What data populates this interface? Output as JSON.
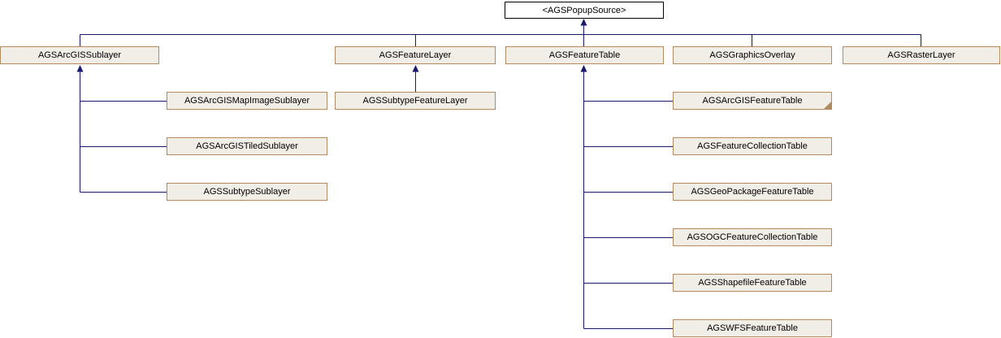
{
  "colors": {
    "edge": "#191970",
    "node_border": "#b08c62",
    "node_fill": "#f1eee7",
    "root_border": "#000000",
    "root_fill": "#ffffff"
  },
  "diagram": {
    "type": "class-inheritance-graph",
    "nodes": {
      "popup_source": "<AGSPopupSource>",
      "arcgis_sublayer": "AGSArcGISSublayer",
      "feature_layer": "AGSFeatureLayer",
      "feature_table": "AGSFeatureTable",
      "graphics_overlay": "AGSGraphicsOverlay",
      "raster_layer": "AGSRasterLayer",
      "map_image_sublayer": "AGSArcGISMapImageSublayer",
      "subtype_feature_layer": "AGSSubtypeFeatureLayer",
      "arcgis_feature_table": "AGSArcGISFeatureTable",
      "tiled_sublayer": "AGSArcGISTiledSublayer",
      "feature_collection_table": "AGSFeatureCollectionTable",
      "subtype_sublayer": "AGSSubtypeSublayer",
      "geopackage_feature_table": "AGSGeoPackageFeatureTable",
      "ogc_feature_collection_table": "AGSOGCFeatureCollectionTable",
      "shapefile_feature_table": "AGSShapefileFeatureTable",
      "wfs_feature_table": "AGSWFSFeatureTable"
    },
    "edges": [
      {
        "from": "AGSArcGISSublayer",
        "to": "<AGSPopupSource>"
      },
      {
        "from": "AGSFeatureLayer",
        "to": "<AGSPopupSource>"
      },
      {
        "from": "AGSFeatureTable",
        "to": "<AGSPopupSource>"
      },
      {
        "from": "AGSGraphicsOverlay",
        "to": "<AGSPopupSource>"
      },
      {
        "from": "AGSRasterLayer",
        "to": "<AGSPopupSource>"
      },
      {
        "from": "AGSArcGISMapImageSublayer",
        "to": "AGSArcGISSublayer"
      },
      {
        "from": "AGSArcGISTiledSublayer",
        "to": "AGSArcGISSublayer"
      },
      {
        "from": "AGSSubtypeSublayer",
        "to": "AGSArcGISSublayer"
      },
      {
        "from": "AGSSubtypeFeatureLayer",
        "to": "AGSFeatureLayer"
      },
      {
        "from": "AGSArcGISFeatureTable",
        "to": "AGSFeatureTable"
      },
      {
        "from": "AGSFeatureCollectionTable",
        "to": "AGSFeatureTable"
      },
      {
        "from": "AGSGeoPackageFeatureTable",
        "to": "AGSFeatureTable"
      },
      {
        "from": "AGSOGCFeatureCollectionTable",
        "to": "AGSFeatureTable"
      },
      {
        "from": "AGSShapefileFeatureTable",
        "to": "AGSFeatureTable"
      },
      {
        "from": "AGSWFSFeatureTable",
        "to": "AGSFeatureTable"
      }
    ],
    "truncated_nodes": [
      "AGSArcGISFeatureTable"
    ]
  }
}
